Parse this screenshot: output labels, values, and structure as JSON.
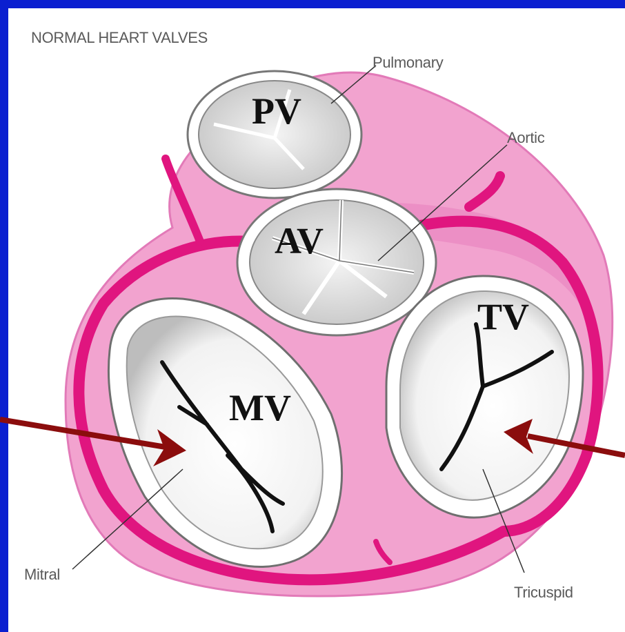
{
  "diagram": {
    "heading": "NORMAL HEART VALVES",
    "valves": {
      "pulmonary": {
        "caption": "Pulmonary",
        "abbr": "PV"
      },
      "aortic": {
        "caption": "Aortic",
        "abbr": "AV"
      },
      "mitral": {
        "caption": "Mitral",
        "abbr": "MV"
      },
      "tricuspid": {
        "caption": "Tricuspid",
        "abbr": "TV"
      }
    },
    "colors": {
      "slide_background": "#0b1fd0",
      "tissue_pink": "#f2a3cf",
      "artery_magenta": "#e0157f",
      "arrow_darkred": "#8b0d0d",
      "valve_gray": "#d8d8d8",
      "label_dark": "#111111"
    }
  }
}
